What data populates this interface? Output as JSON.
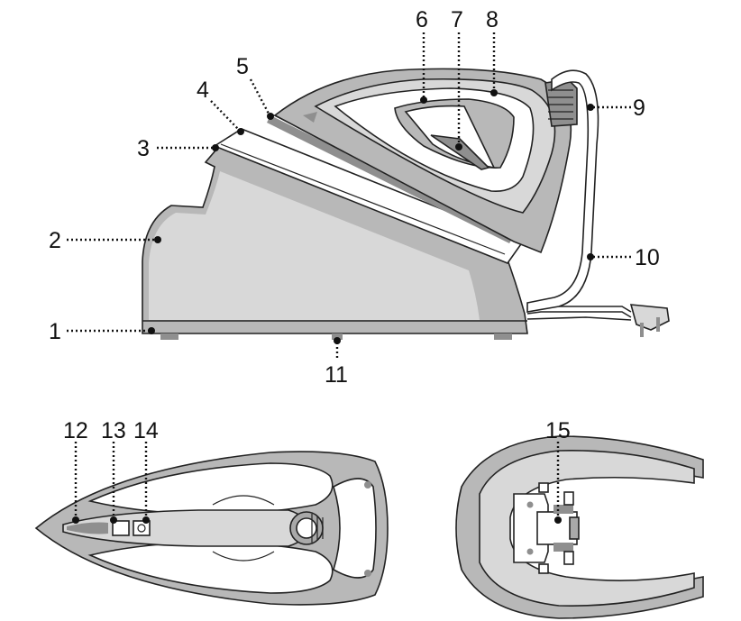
{
  "callouts": {
    "c1": "1",
    "c2": "2",
    "c3": "3",
    "c4": "4",
    "c5": "5",
    "c6": "6",
    "c7": "7",
    "c8": "8",
    "c9": "9",
    "c10": "10",
    "c11": "11",
    "c12": "12",
    "c13": "13",
    "c14": "14",
    "c15": "15"
  },
  "colors": {
    "line": "#222222",
    "shade": "#b8b8b8",
    "light": "#d8d8d8",
    "background": "#ffffff"
  },
  "icons": [
    "steam-iron-side-view",
    "iron-soleplate-top-view",
    "iron-base-rest-top-view"
  ]
}
